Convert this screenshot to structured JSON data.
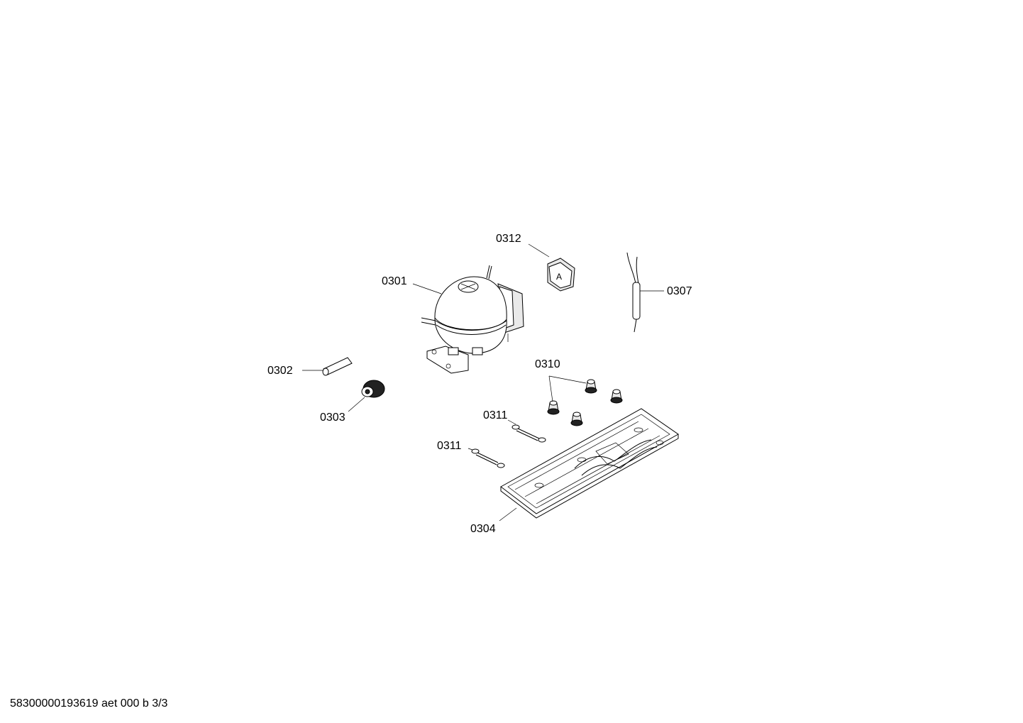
{
  "callouts": {
    "c0301": "0301",
    "c0302": "0302",
    "c0303": "0303",
    "c0304": "0304",
    "c0307": "0307",
    "c0310": "0310",
    "c0311a": "0311",
    "c0311b": "0311",
    "c0312": "0312"
  },
  "footer": {
    "text": "58300000193619 aet 000 b 3/3"
  }
}
